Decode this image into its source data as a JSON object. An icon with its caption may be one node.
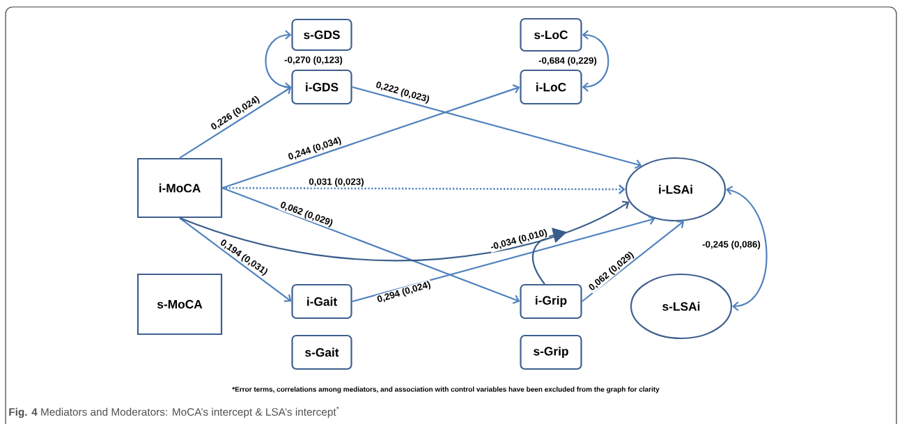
{
  "diagram": {
    "caption": "**Fig. 4** Mediators and Moderators: MoCA’s intercept & LSA’s intercept$^{*}$",
    "nodes": [
      {
        "text": [
          "s-GDS"
        ]
      },
      {
        "text": [
          "s-LoC"
        ]
      },
      {
        "text": [
          "i-GDS"
        ]
      },
      {
        "text": [
          "i-LoC"
        ]
      },
      {
        "text": [
          "i-MoCA"
        ]
      },
      {
        "text": [
          "i-LSAi"
        ]
      },
      {
        "text": [
          "s-MoCA"
        ]
      },
      {
        "text": [
          "i-Gait"
        ]
      },
      {
        "text": [
          "i-Grip"
        ]
      },
      {
        "text": [
          "s-LSAi"
        ]
      },
      {
        "text": [
          "s-Gait"
        ]
      },
      {
        "text": [
          "s-Grip"
        ]
      }
    ],
    "edges": [
      {
        "from": 2,
        "to": 0,
        "arrow": "both",
        "label": "-0,270 (0,123)"
      },
      {
        "from": 3,
        "to": 1,
        "arrow": "both",
        "label": "-0,684 (0,229)"
      },
      {
        "from": 4,
        "to": 2,
        "arrow": "to",
        "label": "0,226 (0,024)"
      },
      {
        "from": 2,
        "to": 5,
        "arrow": "to",
        "label": "0,222 (0,023)"
      },
      {
        "from": 4,
        "to": 3,
        "arrow": "to",
        "label": "0,244 (0,034)"
      },
      {
        "from": 4,
        "to": 5,
        "arrow": "to",
        "label": "0,031 (0,023)",
        "style": "dashed"
      },
      {
        "from": 4,
        "to": 8,
        "arrow": "to",
        "label": "0,062 (0,029)"
      },
      {
        "from": 4,
        "to": 7,
        "arrow": "to",
        "label": "0,194 (0,031)"
      },
      {
        "from": 4,
        "to": 5,
        "arrow": "to",
        "label": "-0,034 (0,010)",
        "color": "#385d8a"
      },
      {
        "from": 7,
        "to": 5,
        "arrow": "to",
        "label": "0,294 (0,024)"
      },
      {
        "from": 8,
        "to": 5,
        "arrow": "to",
        "label": "0,062 (0,029)"
      },
      {
        "from": 5,
        "to": 9,
        "arrow": "both",
        "label": "-0,245 (0,086)"
      },
      {
        "from": 8,
        "to": null,
        "arrow": "to",
        "color": "#385d8a"
      }
    ],
    "labels": [
      "*Error terms, correlations among mediators, and association with control variables have been excluded from the graph for clarity"
    ]
  }
}
